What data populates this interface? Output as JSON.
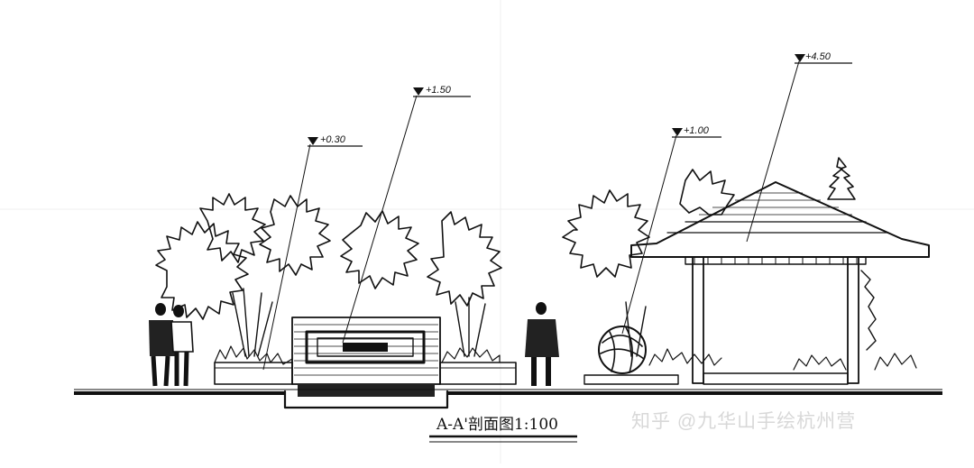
{
  "section_title": "A-A'剖面图1:100",
  "watermark": "知乎 @九华山手绘杭州营",
  "elevations": [
    {
      "id": "planter-left",
      "label": "+0.30"
    },
    {
      "id": "wall",
      "label": "+1.50"
    },
    {
      "id": "sphere-sculpture",
      "label": "+1.00"
    },
    {
      "id": "pavilion-roof",
      "label": "+4.50"
    }
  ]
}
